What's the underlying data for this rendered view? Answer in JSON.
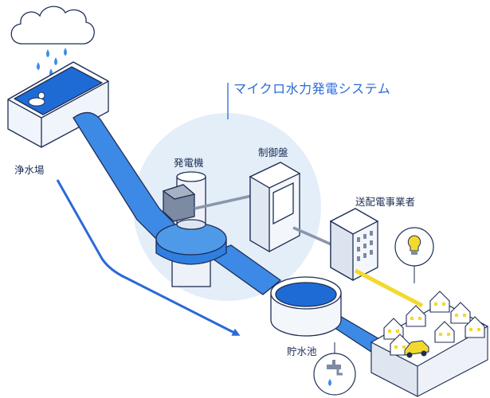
{
  "system": {
    "title": "マイクロ水力発電システム",
    "accent_color": "#2a6ad8",
    "water_color": "#1f6bd6",
    "pipe_color": "#3d8ae6",
    "highlight_color": "#f3d92e"
  },
  "labels": {
    "water_plant": "浄水場",
    "generator": "発電機",
    "control_panel": "制御盤",
    "utility": "送配電事業者",
    "reservoir": "貯水池"
  },
  "icons": [
    "cloud-icon",
    "raindrop-icon",
    "duck-icon",
    "lightbulb-icon",
    "faucet-icon",
    "car-icon",
    "building-icon",
    "house-icon"
  ]
}
